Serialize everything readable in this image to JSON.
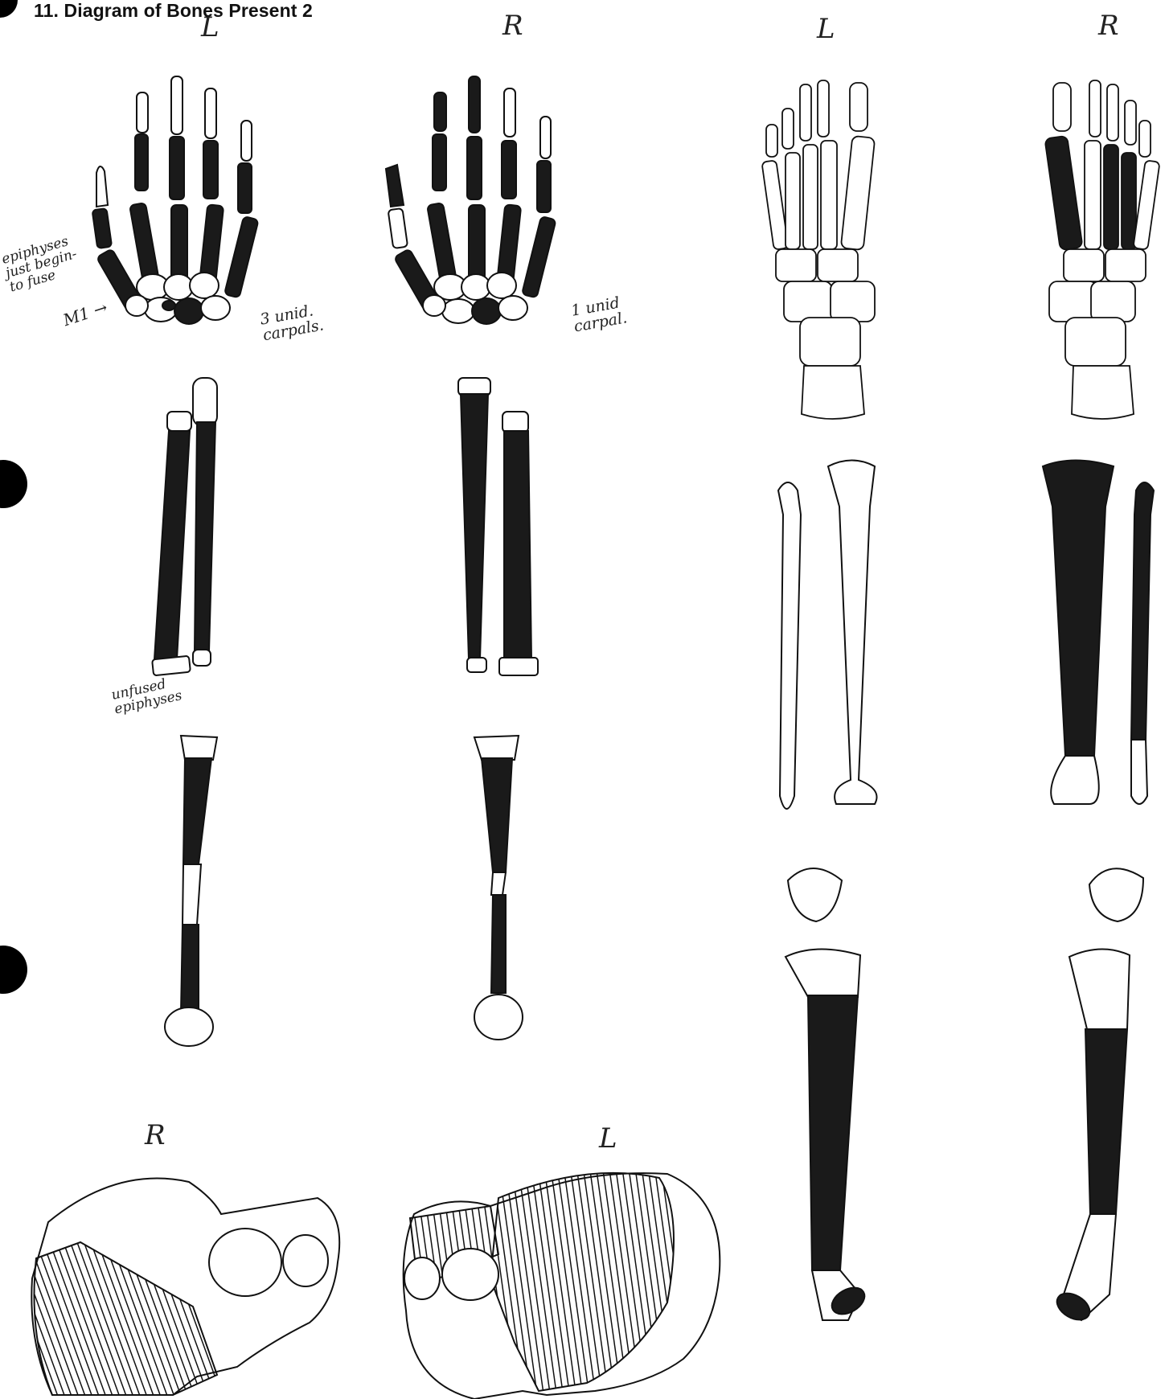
{
  "document": {
    "title": "11. Diagram of Bones Present 2"
  },
  "labels": {
    "left_hand": "L",
    "right_hand": "R",
    "left_foot": "L",
    "right_foot": "R",
    "right_pelvis": "R",
    "left_pelvis": "L"
  },
  "notes": {
    "epiphyses_line1": "epiphyses",
    "epiphyses_line2": "just begin-",
    "epiphyses_line3": "to fuse",
    "m1": "M1 →",
    "left_carpals_line1": "3 unid.",
    "left_carpals_line2": "carpals.",
    "right_carpals_line1": "1 unid",
    "right_carpals_line2": "carpal.",
    "unfused_line1": "unfused",
    "unfused_line2": "epiphyses"
  },
  "colors": {
    "ink": "#111111",
    "bone_present_fill": "#1a1a1a",
    "bone_absent_fill": "#ffffff",
    "paper": "#ffffff"
  }
}
